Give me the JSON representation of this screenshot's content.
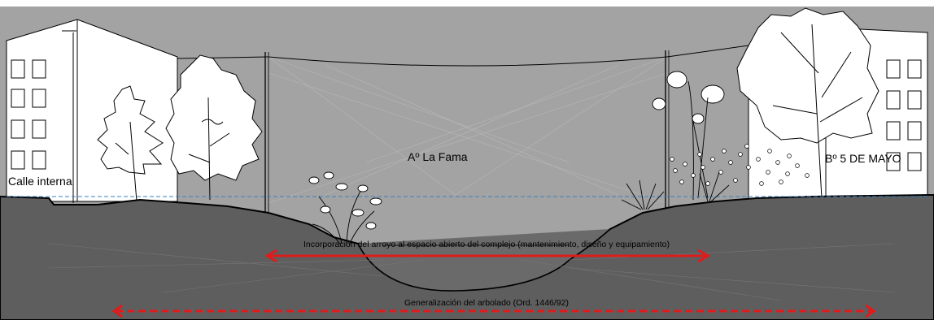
{
  "labels": {
    "left_street": "Calle interna",
    "stream": "Aº La Fama",
    "neighborhood": "Bº 5 DE MAYO"
  },
  "measures": {
    "stream_incorporation": "Incorporación del arroyo al espacio abierto del complejo (mantenimiento, diseño y equipamiento)",
    "tree_generalization": "Generalización del arbolado (Ord. 1446/92)"
  },
  "colors": {
    "sky": "#a3a3a3",
    "ground": "#5e5e5e",
    "building": "#ffffff",
    "outline": "#000000",
    "water_line": "#3a7fc4",
    "measure_arrow": "#e01b1b"
  }
}
